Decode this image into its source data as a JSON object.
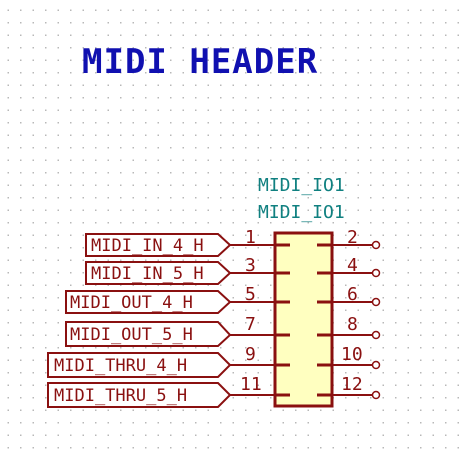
{
  "title": "MIDI HEADER",
  "component": {
    "reference": "MIDI_IO1",
    "value": "MIDI_IO1"
  },
  "colors": {
    "title": "#1010b0",
    "reference": "#108080",
    "wire": "#8a1010",
    "body_fill": "#ffffc0"
  },
  "labels": [
    {
      "text": "MIDI_IN_4_H",
      "pin": "1"
    },
    {
      "text": "MIDI_IN_5_H",
      "pin": "3"
    },
    {
      "text": "MIDI_OUT_4_H",
      "pin": "5"
    },
    {
      "text": "MIDI_OUT_5_H",
      "pin": "7"
    },
    {
      "text": "MIDI_THRU_4_H",
      "pin": "9"
    },
    {
      "text": "MIDI_THRU_5_H",
      "pin": "11"
    }
  ],
  "right_pins": [
    "2",
    "4",
    "6",
    "8",
    "10",
    "12"
  ]
}
